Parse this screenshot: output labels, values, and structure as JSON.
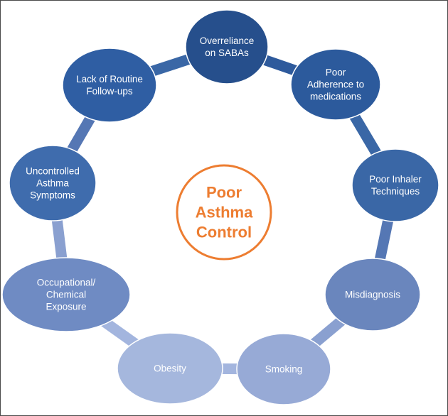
{
  "center": {
    "lines": [
      "Poor",
      "Asthma",
      "Control"
    ],
    "ring_color": "#ed7d31"
  },
  "nodes": [
    {
      "lines": [
        "Overreliance",
        "on SABAs"
      ],
      "color": "#264f8c"
    },
    {
      "lines": [
        "Poor",
        "Adherence to",
        "medications"
      ],
      "color": "#2c5a9c"
    },
    {
      "lines": [
        "Poor Inhaler",
        "Techniques"
      ],
      "color": "#3a67a6"
    },
    {
      "lines": [
        "Misdiagnosis"
      ],
      "color": "#6a86bd"
    },
    {
      "lines": [
        "Smoking"
      ],
      "color": "#97aad6"
    },
    {
      "lines": [
        "Obesity"
      ],
      "color": "#a5b7dd"
    },
    {
      "lines": [
        "Occupational/",
        "Chemical",
        "Exposure"
      ],
      "color": "#6f8bc3"
    },
    {
      "lines": [
        "Uncontrolled",
        "Asthma",
        "Symptoms"
      ],
      "color": "#3f6cad"
    },
    {
      "lines": [
        "Lack of Routine",
        "Follow-ups"
      ],
      "color": "#2f5ea3"
    }
  ],
  "connector_colors": [
    "#2e5a9c",
    "#3a67a6",
    "#5577b4",
    "#8aa0d0",
    "#a3b5de",
    "#a3b5de",
    "#8aa0d0",
    "#5577b4",
    "#3a67a6"
  ]
}
